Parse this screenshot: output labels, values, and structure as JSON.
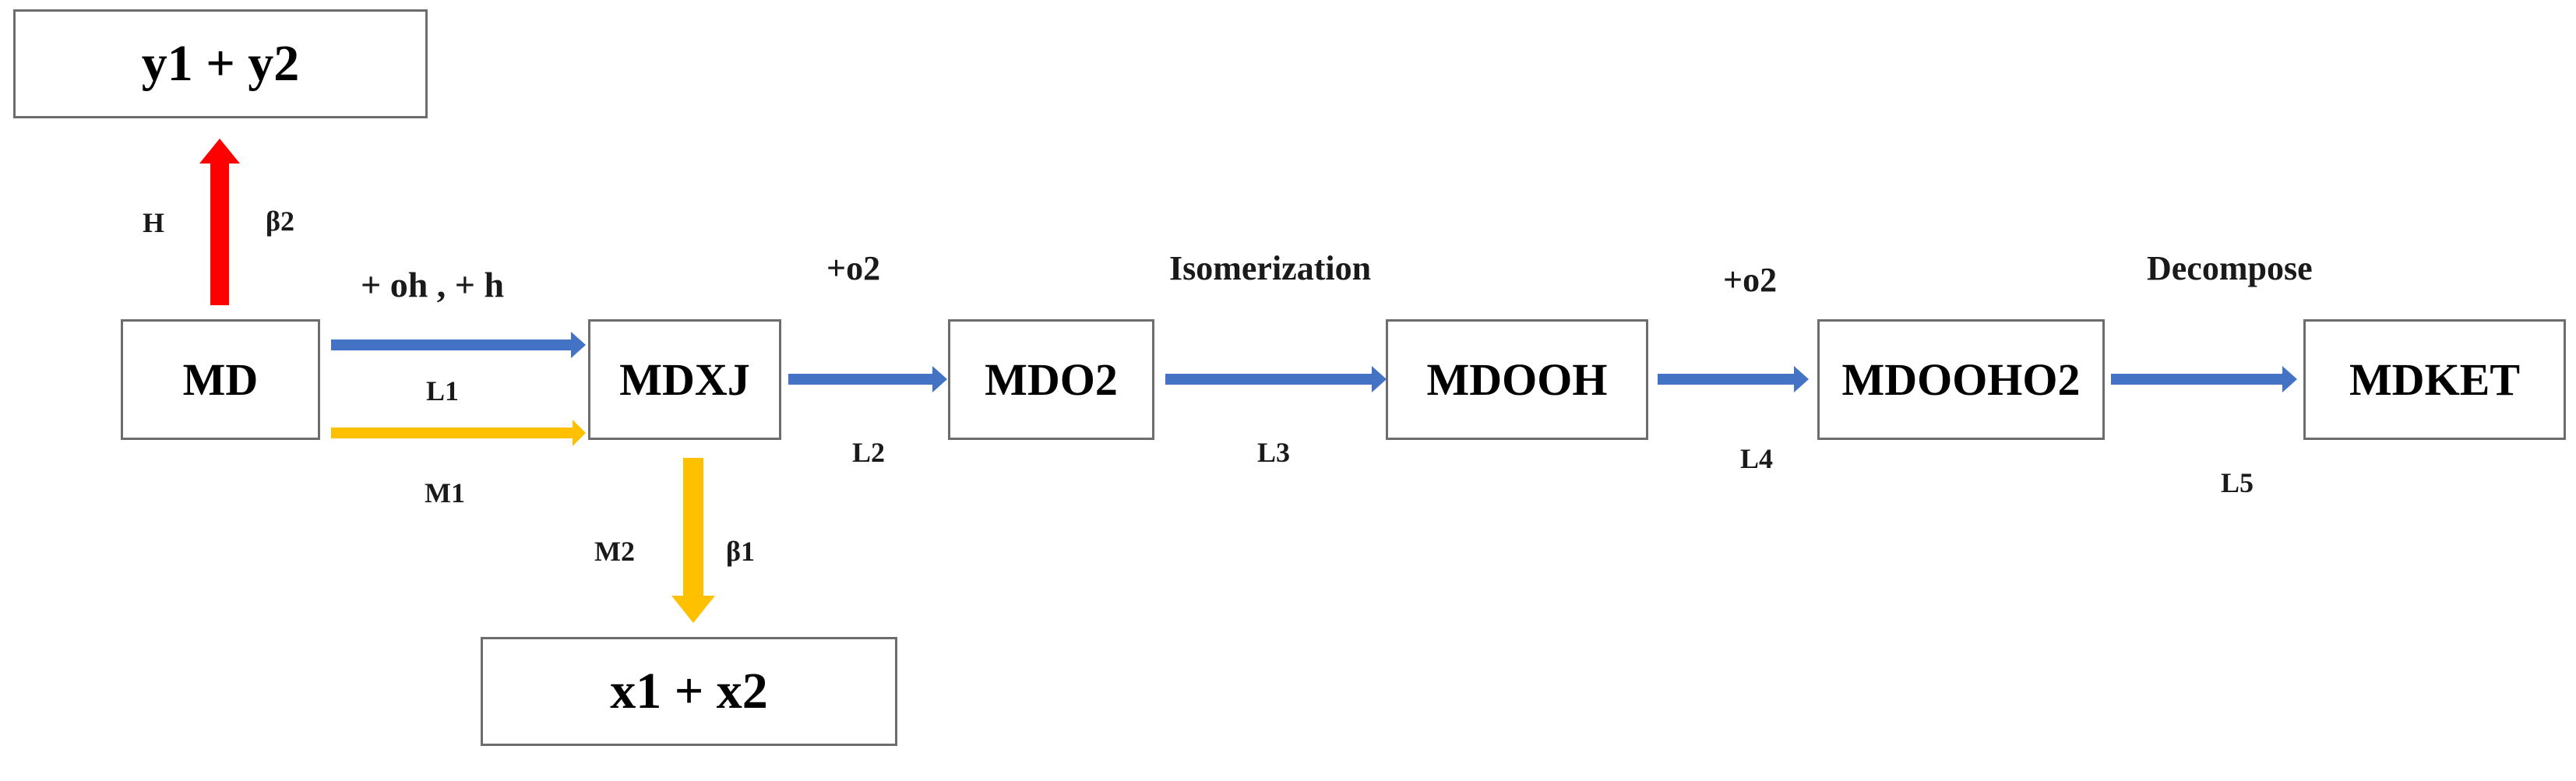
{
  "nodes": {
    "md": "MD",
    "mdxj": "MDXJ",
    "mdo2": "MDO2",
    "mdooh": "MDOOH",
    "mdooho2": "MDOOHO2",
    "mdket": "MDKET",
    "y_products": "y1 + y2",
    "x_products": "x1 + x2"
  },
  "labels": {
    "h": "H",
    "beta2": "β2",
    "oh_h": "+ oh , + h",
    "l1": "L1",
    "m1": "M1",
    "m2": "M2",
    "beta1": "β1",
    "o2_first": "+o2",
    "l2": "L2",
    "isomerization": "Isomerization",
    "l3": "L3",
    "o2_second": "+o2",
    "l4": "L4",
    "decompose": "Decompose",
    "l5": "L5"
  },
  "colors": {
    "blue_arrow": "#4472C4",
    "yellow_arrow": "#FFC000",
    "red_arrow": "#FF0000",
    "box_border": "#6d6d6d"
  }
}
